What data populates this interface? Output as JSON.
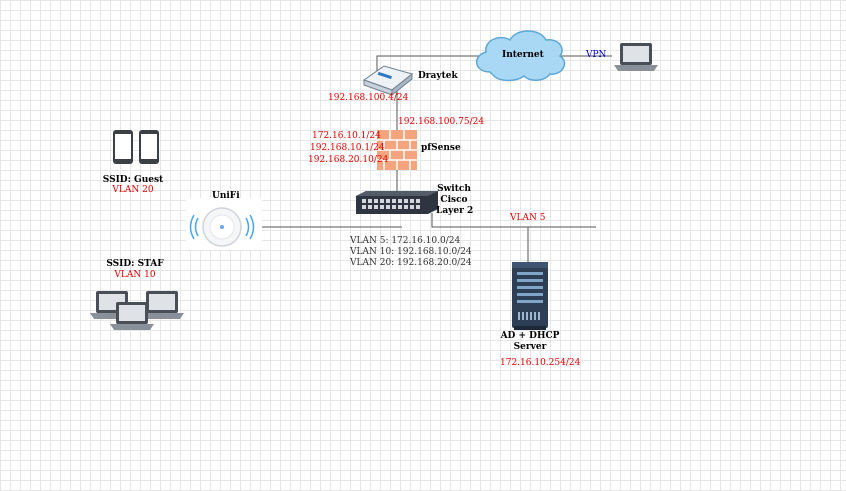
{
  "internet": {
    "label": "Internet"
  },
  "vpn": {
    "label": "VPN"
  },
  "draytek": {
    "label": "Draytek",
    "ip": "192.168.100.4/24"
  },
  "pfsense": {
    "label": "pfSense",
    "wan_ip": "192.168.100.75/24",
    "lan_ips": [
      "172.16.10.1/24",
      "192.168.10.1/24",
      "192.168.20.10/24"
    ]
  },
  "switch": {
    "label_lines": [
      "Switch",
      "Cisco",
      "Layer 2"
    ]
  },
  "vlan_list": [
    "VLAN 5: 172.16.10.0/24",
    "VLAN 10: 192.168.10.0/24",
    "VLAN 20: 192.168.20.0/24"
  ],
  "unifi": {
    "label": "UniFi"
  },
  "ssid_guest": {
    "ssid": "SSID: Guest",
    "vlan": "VLAN 20"
  },
  "ssid_staf": {
    "ssid": "SSID: STAF",
    "vlan": "VLAN 10"
  },
  "server": {
    "vlan": "VLAN 5",
    "label_lines": [
      "AD + DHCP",
      "Server"
    ],
    "ip": "172.16.10.254/24"
  },
  "colors": {
    "ip_red": "#e00000",
    "vpn_blue": "#0000cc",
    "cloud": "#a9d8f5",
    "firewall": "#f4a57d",
    "server": "#2e3f55"
  },
  "icons": [
    "cloud-icon",
    "laptop-icon",
    "router-icon",
    "firewall-icon",
    "switch-icon",
    "access-point-icon",
    "phone-icon",
    "server-icon"
  ]
}
